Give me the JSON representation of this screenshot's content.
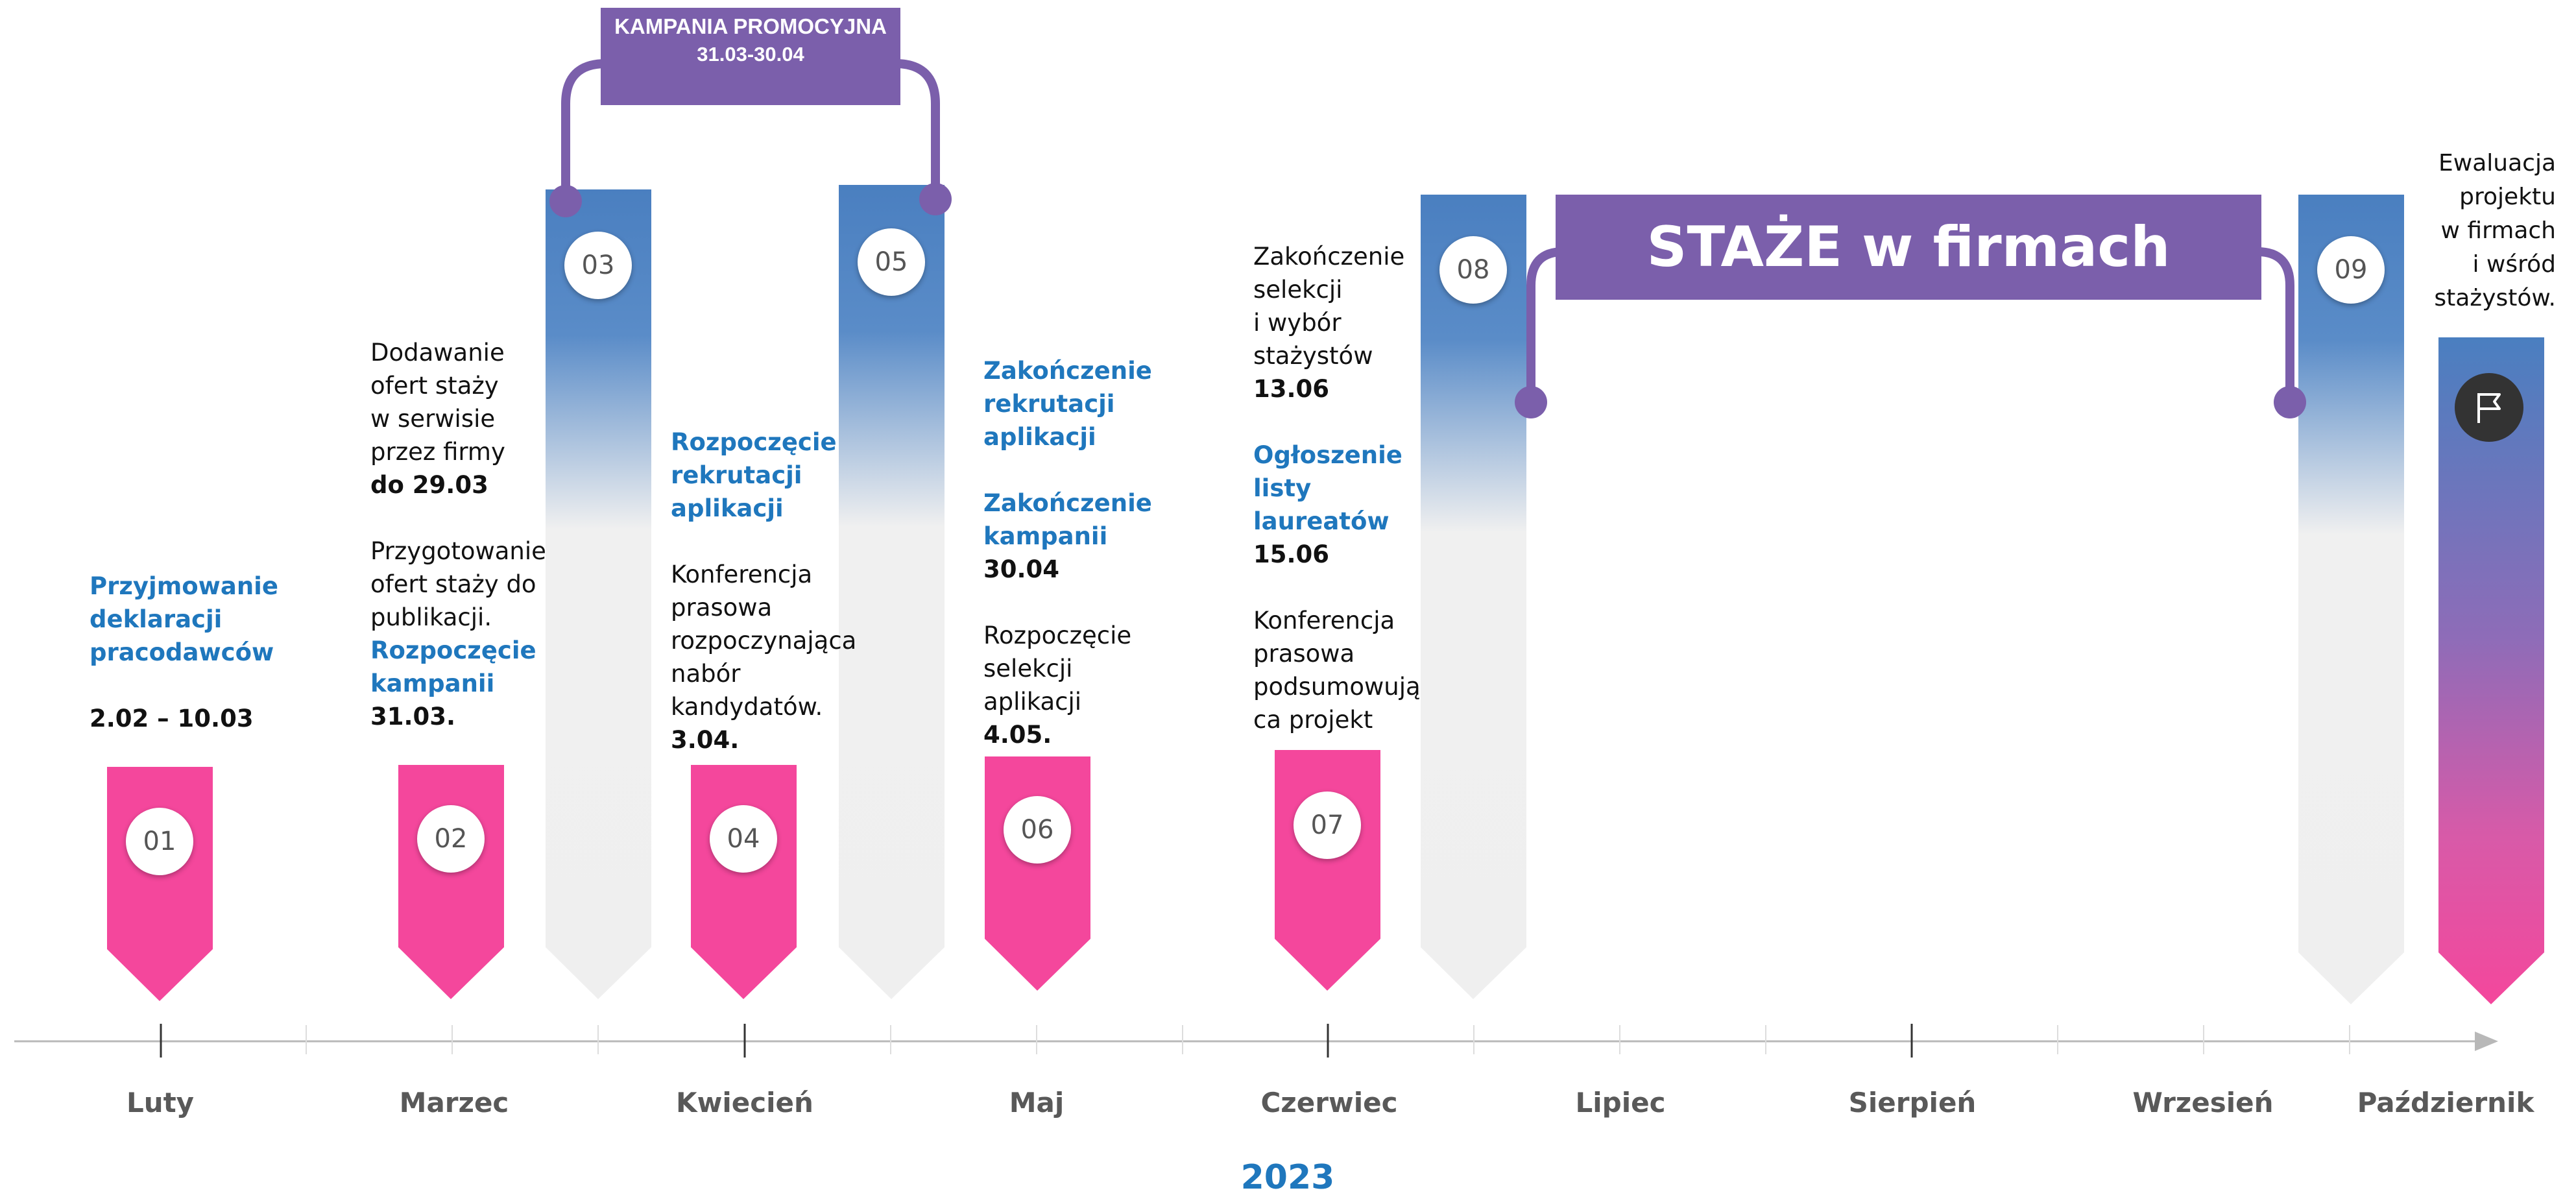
{
  "colors": {
    "pink": "#f4479c",
    "blue": "#4a7fc0",
    "purple": "#7b5fab",
    "light_gray": "#efefef",
    "text_blue": "#1f77bd"
  },
  "steps": [
    {
      "num": "01",
      "color": "pink"
    },
    {
      "num": "02",
      "color": "pink"
    },
    {
      "num": "03",
      "color": "blue-gradient"
    },
    {
      "num": "04",
      "color": "pink"
    },
    {
      "num": "05",
      "color": "blue-gradient"
    },
    {
      "num": "06",
      "color": "pink"
    },
    {
      "num": "07",
      "color": "pink"
    },
    {
      "num": "08",
      "color": "blue-gradient"
    },
    {
      "num": "09",
      "color": "blue-gradient"
    }
  ],
  "campaign_banner": {
    "title": "KAMPANIA PROMOCYJNA",
    "dates": "31.03-30.04"
  },
  "internship_banner": {
    "title": "STAŻE w firmach"
  },
  "texts": {
    "t01": {
      "a": "Przyjmowanie",
      "b": "deklaracji",
      "c": "pracodawców",
      "d": "2.02 – 10.03"
    },
    "t02": {
      "a": "Dodawanie",
      "b": "ofert staży",
      "c": "w serwisie",
      "d": "przez firmy",
      "e": "do 29.03",
      "f": "Przygotowanie",
      "g": "ofert staży do",
      "h": "publikacji.",
      "i": "Rozpoczęcie",
      "j": "kampanii",
      "k": "31.03."
    },
    "t04": {
      "a": "Rozpoczęcie",
      "b": "rekrutacji",
      "c": "aplikacji",
      "d": "Konferencja",
      "e": "prasowa",
      "f": "rozpoczynająca",
      "g": "nabór",
      "h": "kandydatów.",
      "i": "3.04."
    },
    "t06": {
      "a": "Zakończenie",
      "b": "rekrutacji",
      "c": "aplikacji",
      "d": "Zakończenie",
      "e": "kampanii",
      "f": "30.04",
      "g": "Rozpoczęcie",
      "h": "selekcji",
      "i": "aplikacji",
      "j": "4.05."
    },
    "t07": {
      "a": "Zakończenie",
      "b": "selekcji",
      "c": "i wybór",
      "d": "stażystów",
      "e": "13.06",
      "f": "Ogłoszenie",
      "g": "listy",
      "h": "laureatów",
      "i": "15.06",
      "j": "Konferencja",
      "k": "prasowa",
      "l": "podsumowują",
      "m": "ca projekt"
    },
    "t10": {
      "a": "Ewaluacja",
      "b": "projektu",
      "c": "w firmach",
      "d": "i wśród",
      "e": "stażystów."
    }
  },
  "months": [
    "Luty",
    "Marzec",
    "Kwiecień",
    "Maj",
    "Czerwiec",
    "Lipiec",
    "Sierpień",
    "Wrzesień",
    "Październik"
  ],
  "year": "2023",
  "icons": {
    "final": "flag-icon"
  }
}
